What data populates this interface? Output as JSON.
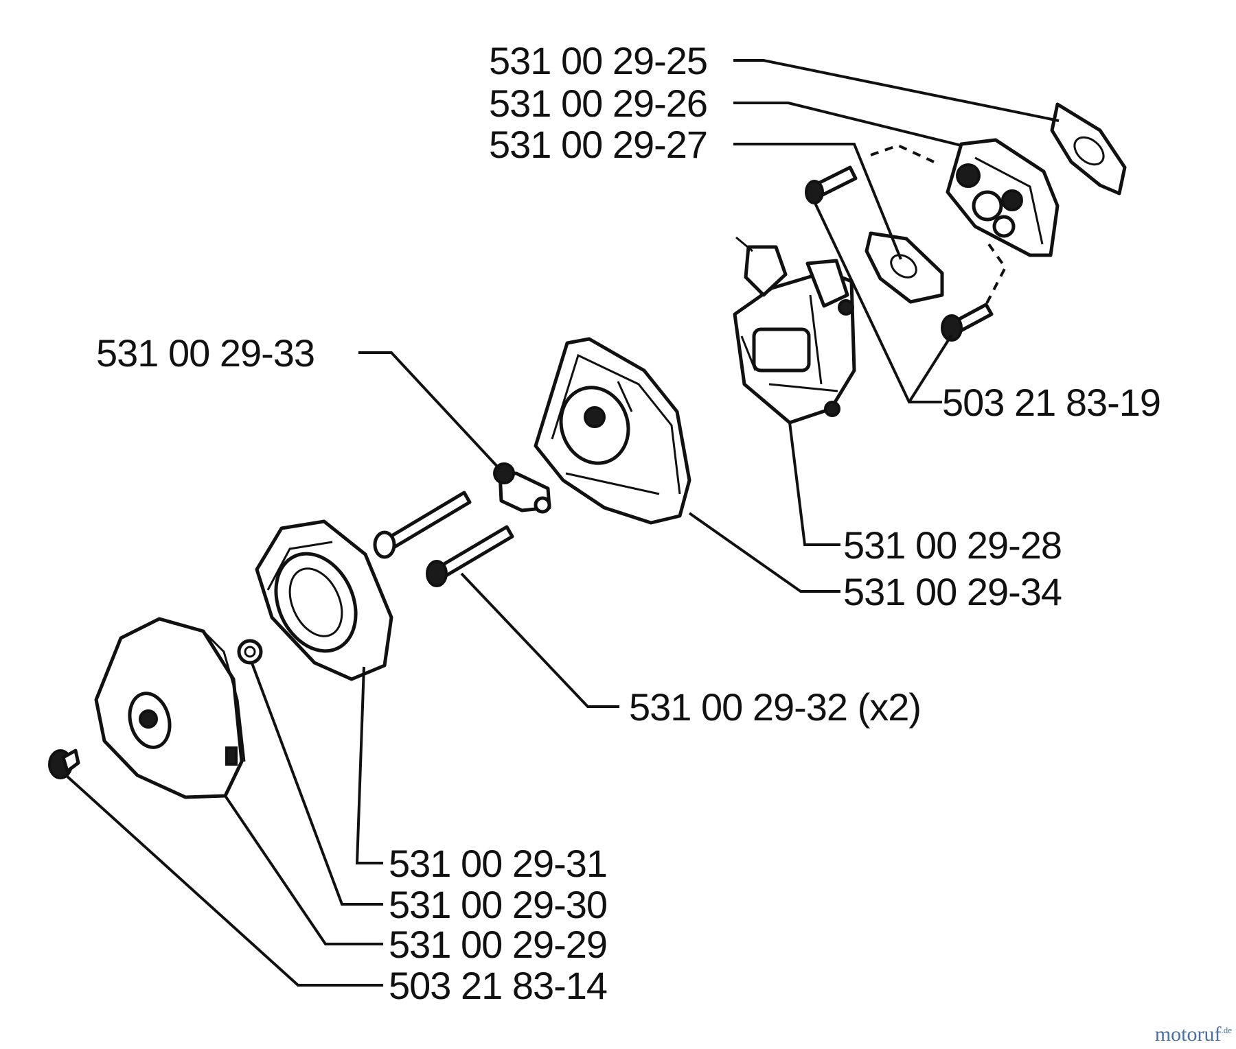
{
  "labels": {
    "p_25": "531 00 29-25",
    "p_26": "531 00 29-26",
    "p_27": "531 00 29-27",
    "p_33": "531 00 29-33",
    "p_19": "503 21 83-19",
    "p_28": "531 00 29-28",
    "p_34": "531 00 29-34",
    "p_32": "531 00 29-32 (x2)",
    "p_31": "531 00 29-31",
    "p_30": "531 00 29-30",
    "p_29": "531 00 29-29",
    "p_14": "503 21 83-14"
  },
  "watermark": {
    "name": "motoruf",
    "suffix": ".de"
  }
}
